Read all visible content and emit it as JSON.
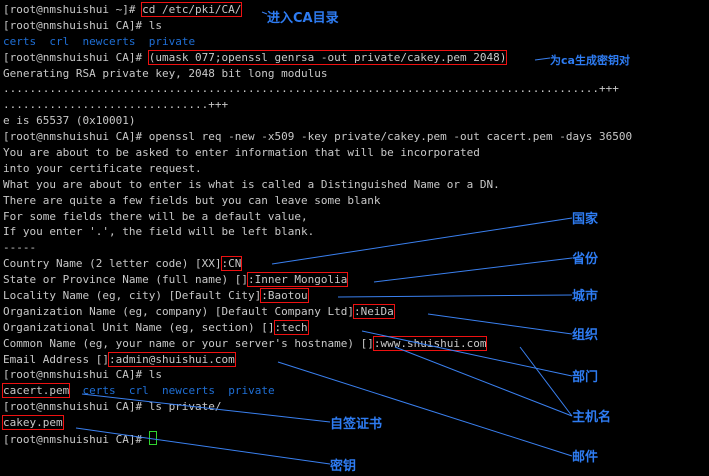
{
  "terminal": {
    "lines": [
      {
        "parts": [
          {
            "t": "[root@nmshuishui ~]# "
          },
          {
            "t": "cd /etc/pki/CA/",
            "hl": true
          }
        ]
      },
      {
        "parts": [
          {
            "t": "[root@nmshuishui CA]# ls"
          }
        ]
      },
      {
        "parts": [
          {
            "t": "certs",
            "c": "dir"
          },
          {
            "t": "  "
          },
          {
            "t": "crl",
            "c": "dir"
          },
          {
            "t": "  "
          },
          {
            "t": "newcerts",
            "c": "dir"
          },
          {
            "t": "  "
          },
          {
            "t": "private",
            "c": "dir"
          }
        ]
      },
      {
        "parts": [
          {
            "t": "[root@nmshuishui CA]# "
          },
          {
            "t": "(umask 077;openssl genrsa -out private/cakey.pem 2048)",
            "hl": true
          }
        ]
      },
      {
        "parts": [
          {
            "t": "Generating RSA private key, 2048 bit long modulus"
          }
        ]
      },
      {
        "parts": [
          {
            "t": "..........................................................................................+++"
          }
        ]
      },
      {
        "parts": [
          {
            "t": "...............................+++"
          }
        ]
      },
      {
        "parts": [
          {
            "t": "e is 65537 (0x10001)"
          }
        ]
      },
      {
        "parts": [
          {
            "t": "[root@nmshuishui CA]# openssl req -new -x509 -key private/cakey.pem -out cacert.pem -days 36500"
          }
        ]
      },
      {
        "parts": [
          {
            "t": "You are about to be asked to enter information that will be incorporated"
          }
        ]
      },
      {
        "parts": [
          {
            "t": "into your certificate request."
          }
        ]
      },
      {
        "parts": [
          {
            "t": "What you are about to enter is what is called a Distinguished Name or a DN."
          }
        ]
      },
      {
        "parts": [
          {
            "t": "There are quite a few fields but you can leave some blank"
          }
        ]
      },
      {
        "parts": [
          {
            "t": "For some fields there will be a default value,"
          }
        ]
      },
      {
        "parts": [
          {
            "t": "If you enter '.', the field will be left blank."
          }
        ]
      },
      {
        "parts": [
          {
            "t": "-----"
          }
        ]
      },
      {
        "parts": [
          {
            "t": "Country Name (2 letter code) [XX]"
          },
          {
            "t": ":CN",
            "hl": true
          }
        ]
      },
      {
        "parts": [
          {
            "t": "State or Province Name (full name) []"
          },
          {
            "t": ":Inner Mongolia",
            "hl": true
          }
        ]
      },
      {
        "parts": [
          {
            "t": "Locality Name (eg, city) [Default City]"
          },
          {
            "t": ":Baotou",
            "hl": true
          }
        ]
      },
      {
        "parts": [
          {
            "t": "Organization Name (eg, company) [Default Company Ltd]"
          },
          {
            "t": ":NeiDa",
            "hl": true
          }
        ]
      },
      {
        "parts": [
          {
            "t": "Organizational Unit Name (eg, section) []"
          },
          {
            "t": ":tech",
            "hl": true
          }
        ]
      },
      {
        "parts": [
          {
            "t": "Common Name (eg, your name or your server's hostname) []"
          },
          {
            "t": ":www.shuishui.com",
            "hl": true
          }
        ]
      },
      {
        "parts": [
          {
            "t": "Email Address []"
          },
          {
            "t": ":admin@shuishui.com",
            "hl": true
          }
        ]
      },
      {
        "parts": [
          {
            "t": "[root@nmshuishui CA]# ls"
          }
        ]
      },
      {
        "parts": [
          {
            "t": "cacert.pem",
            "hl": true
          },
          {
            "t": "  "
          },
          {
            "t": "certs",
            "c": "dir"
          },
          {
            "t": "  "
          },
          {
            "t": "crl",
            "c": "dir"
          },
          {
            "t": "  "
          },
          {
            "t": "newcerts",
            "c": "dir"
          },
          {
            "t": "  "
          },
          {
            "t": "private",
            "c": "dir"
          }
        ]
      },
      {
        "parts": [
          {
            "t": "[root@nmshuishui CA]# ls private/"
          }
        ]
      },
      {
        "parts": [
          {
            "t": "cakey.pem",
            "hl": true
          }
        ]
      },
      {
        "parts": [
          {
            "t": "[root@nmshuishui CA]# "
          }
        ],
        "cursor": true
      }
    ]
  },
  "annotations": [
    {
      "text": "进入CA目录"
    },
    {
      "text": "为ca生成密钥对"
    },
    {
      "text": "国家"
    },
    {
      "text": "省份"
    },
    {
      "text": "城市"
    },
    {
      "text": "组织"
    },
    {
      "text": "部门"
    },
    {
      "text": "主机名"
    },
    {
      "text": "邮件"
    },
    {
      "text": "自签证书"
    },
    {
      "text": "密钥"
    }
  ],
  "colors": {
    "background": "#000000",
    "text": "#c8c8c8",
    "directory": "#1f6fd6",
    "highlight_box": "#ee1111",
    "annotation": "#2e7cf2",
    "leader_line": "#3a80f0",
    "cursor": "#2fd42f"
  }
}
